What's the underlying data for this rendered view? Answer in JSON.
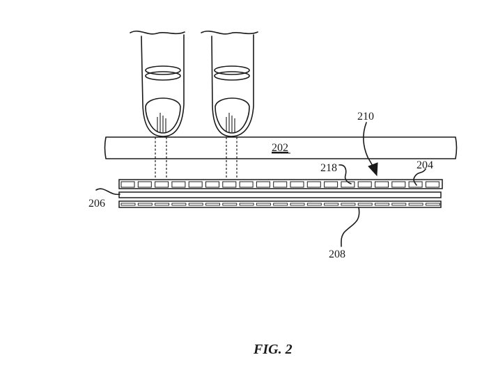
{
  "labels": {
    "cover": "202",
    "sensor_array": "204",
    "layer_206": "206",
    "layer_208": "208",
    "arrow_210": "210",
    "cell_218": "218"
  },
  "caption": "FIG. 2"
}
